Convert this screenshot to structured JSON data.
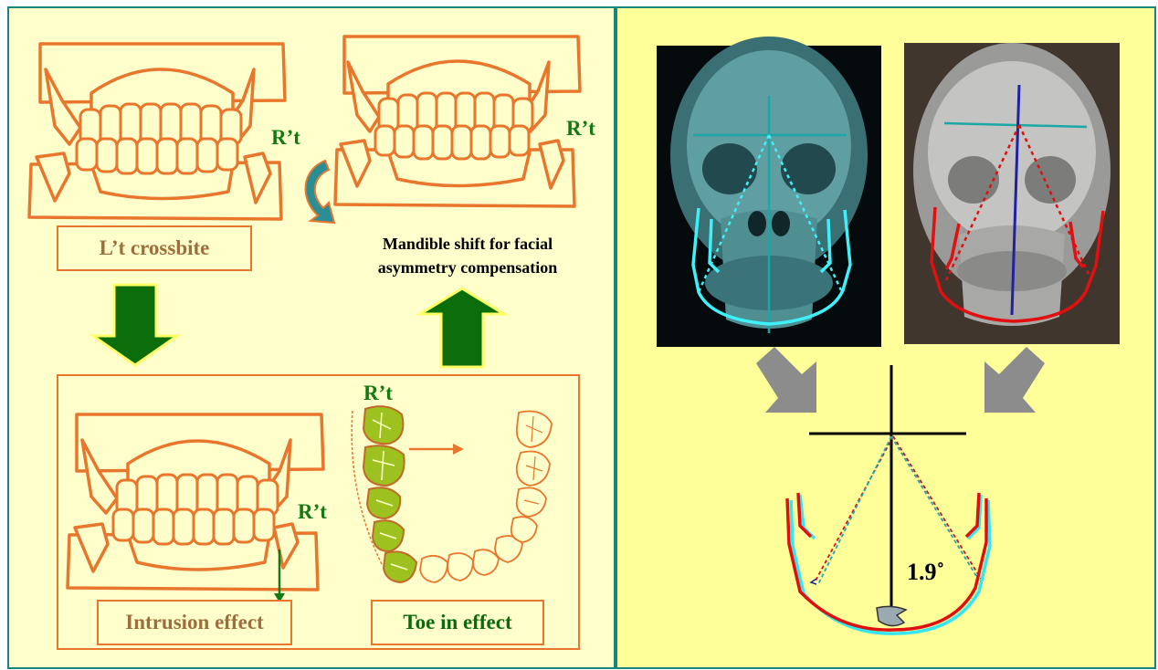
{
  "left": {
    "crossbite_label": "L’t crossbite",
    "shift_caption": "Mandible shift for facial asymmetry compensation",
    "intrusion_label": "Intrusion effect",
    "toe_in_label": "Toe in effect",
    "rt_label": "R’t"
  },
  "right": {
    "angle_label": "1.9˚"
  },
  "colors": {
    "left_background": "#ffffcc",
    "right_background": "#ffff99",
    "border": "#17867f",
    "tooth_outline": "#e8762d",
    "arrow_green": "#0b6e0b",
    "cyan_trace": "#33e6f0",
    "red_trace": "#e01010",
    "navy_midline": "#2020a0"
  },
  "icons": [
    "teeth-occlusion",
    "curved-arrow",
    "down-arrow",
    "up-arrow",
    "dental-arch",
    "xray-skull",
    "gray-arrow",
    "rotation-arrow"
  ]
}
